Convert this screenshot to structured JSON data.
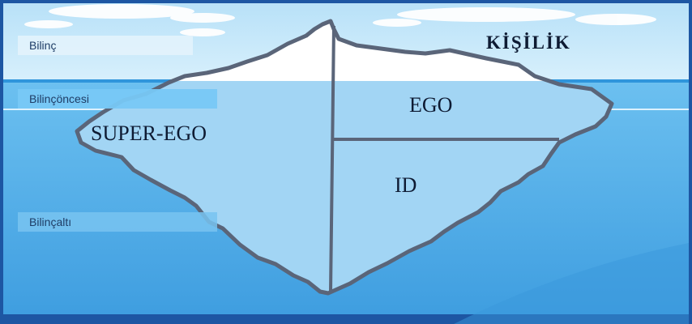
{
  "diagram": {
    "title": "KİŞİLİK",
    "levels": [
      {
        "label": "Bilinç"
      },
      {
        "label": "Bilinçöncesi"
      },
      {
        "label": "Bilinçaltı"
      }
    ],
    "parts": {
      "ego": "EGO",
      "superego": "SUPER-EGO",
      "id": "ID"
    }
  },
  "colors": {
    "sky": "#c9e9fb",
    "water": "#5cb3ea",
    "iceberg_above": "#ffffff",
    "iceberg_below": "#9fd3f3",
    "outline": "#5f6a7e",
    "frame": "#1b4f96"
  }
}
